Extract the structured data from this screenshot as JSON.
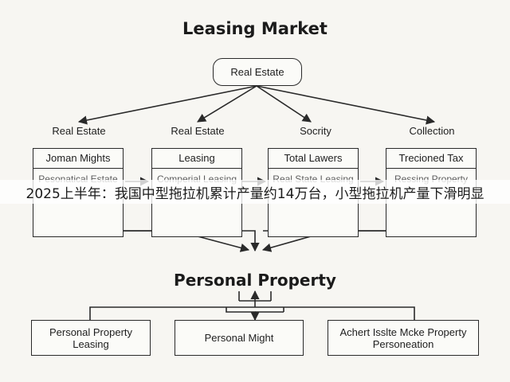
{
  "diagram": {
    "title": "Leasing Market",
    "root": "Real Estate",
    "branches": [
      {
        "label": "Real Estate",
        "head": "Joman Mights",
        "body": "Pesonatical Estate"
      },
      {
        "label": "Real Estate",
        "head": "Leasing",
        "body": "Comperial Leasing"
      },
      {
        "label": "Socrity",
        "head": "Total Lawers",
        "body": "Real State Leasing"
      },
      {
        "label": "Collection",
        "head": "Trecioned Tax",
        "body": "Ressing Property"
      }
    ],
    "hub_title": "Personal Property",
    "leaves": [
      "Personal Property Leasing",
      "Personal Might",
      "Achert Isslte Mcke Property Personeation"
    ]
  },
  "overlay": {
    "banner": "2025上半年：我国中型拖拉机累计产量约14万台，小型拖拉机产量下滑明显"
  }
}
